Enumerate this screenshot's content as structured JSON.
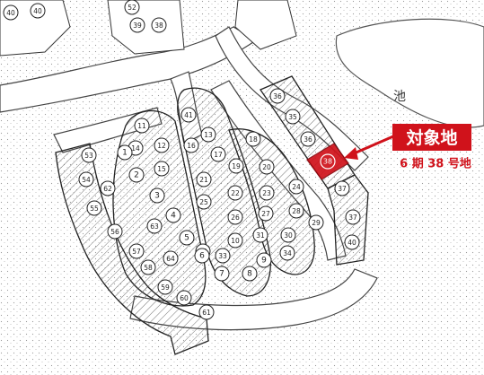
{
  "colors": {
    "accent": "#d0121b",
    "ink": "#333333",
    "paper": "#ffffff",
    "speckle": "#9a9a9a"
  },
  "callout": {
    "label": "対象地",
    "sub": "6 期 38 号地",
    "highlighted_plot": "38"
  },
  "terrain_note": "池",
  "plots": [
    "40",
    "40",
    "52",
    "39",
    "38",
    "36",
    "35",
    "36",
    "37",
    "37",
    "40",
    "41",
    "11",
    "12",
    "13",
    "14",
    "15",
    "16",
    "17",
    "18",
    "19",
    "20",
    "21",
    "22",
    "23",
    "24",
    "25",
    "26",
    "27",
    "28",
    "29",
    "30",
    "31",
    "32",
    "33",
    "34",
    "1",
    "2",
    "3",
    "4",
    "5",
    "6",
    "7",
    "8",
    "9",
    "10",
    "53",
    "54",
    "55",
    "56",
    "57",
    "58",
    "59",
    "60",
    "61",
    "62",
    "63",
    "64"
  ]
}
